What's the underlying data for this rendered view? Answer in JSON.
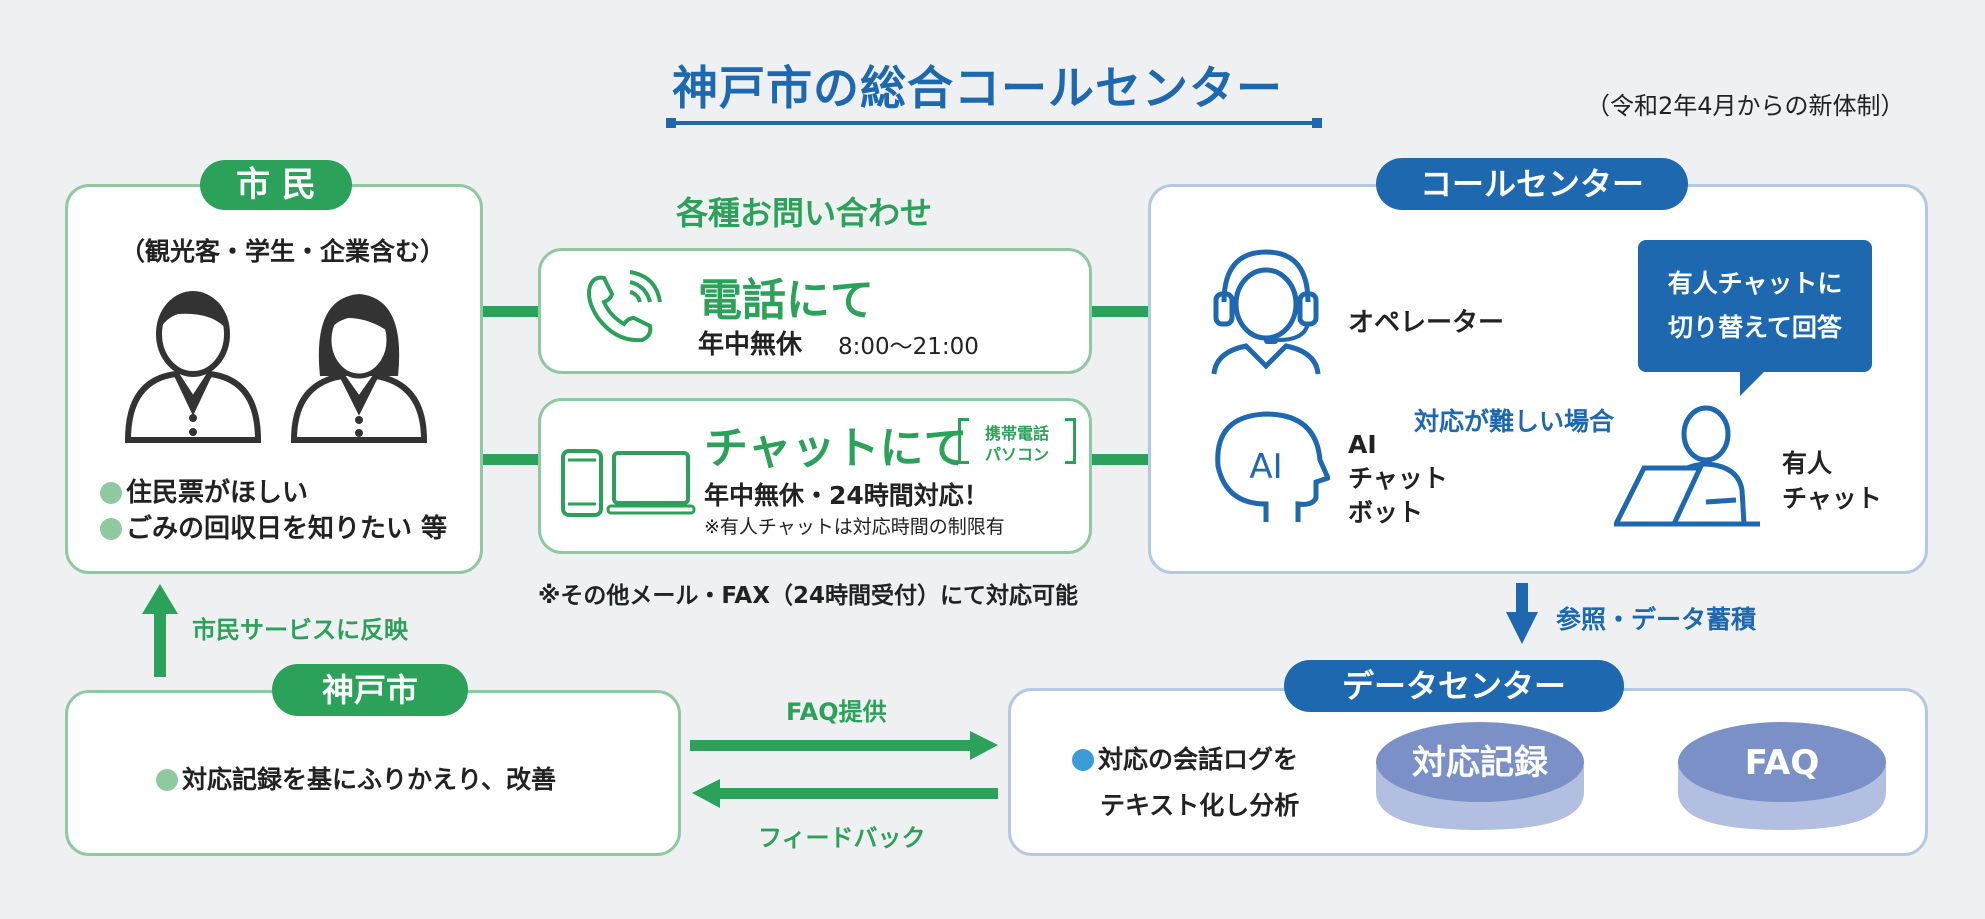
{
  "title": "神戸市の総合コールセンター",
  "subtitle": "（令和2年4月からの新体制）",
  "citizen": {
    "label": "市 民",
    "note": "（観光客・学生・企業含む）",
    "items": [
      "住民票がほしい",
      "ごみの回収日を知りたい 等"
    ]
  },
  "inquiries": {
    "heading": "各種お問い合わせ",
    "phone": {
      "title": "電話にて",
      "hours_bold": "年中無休",
      "hours": "8:00〜21:00"
    },
    "chat": {
      "title": "チャットにて",
      "device_1": "携帯電話",
      "device_2": "パソコン",
      "hours": "年中無休・24時間対応！",
      "note": "※有人チャットは対応時間の制限有"
    },
    "other_note": "※その他メール・FAX（24時間受付）にて対応可能"
  },
  "call_center": {
    "label": "コールセンター",
    "operator": "オペレーター",
    "ai_icon": "AI",
    "chatbot_lines": [
      "AI",
      "チャット",
      "ボット"
    ],
    "difficult": "対応が難しい場合",
    "bubble_lines": [
      "有人チャットに",
      "切り替えて回答"
    ],
    "human_chat_lines": [
      "有人",
      "チャット"
    ]
  },
  "reference": "参照・データ蓄積",
  "data_center": {
    "label": "データセンター",
    "items": [
      "対応の会話ログを",
      "テキスト化し分析"
    ],
    "disk_1": "対応記録",
    "disk_2": "FAQ"
  },
  "kobe_city": {
    "label": "神戸市",
    "item": "対応記録を基にふりかえり、改善"
  },
  "reflect": "市民サービスに反映",
  "faq_provide": "FAQ提供",
  "feedback": "フィードバック",
  "colors": {
    "green": "#2ba15a",
    "blue": "#1e68b0",
    "light_green": "#8fc9a0",
    "light_blue": "#b4c8e4",
    "disk": "#7b90c6"
  },
  "icons": [
    "phone-icon",
    "smartphone-icon",
    "laptop-icon",
    "headset-operator-icon",
    "ai-head-icon",
    "person-laptop-icon",
    "male-user-icon",
    "female-user-icon"
  ]
}
